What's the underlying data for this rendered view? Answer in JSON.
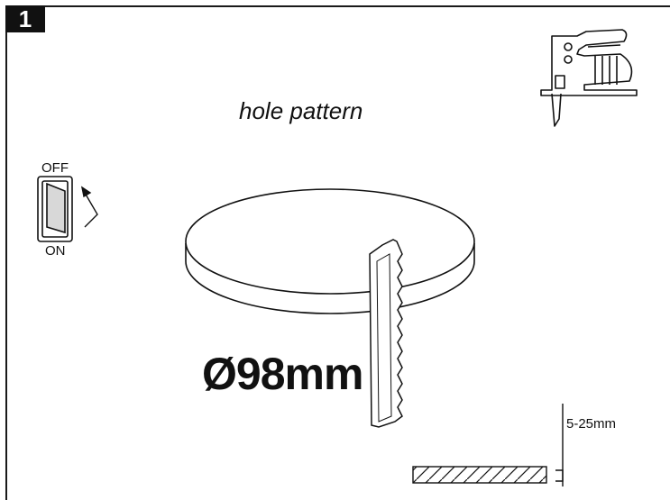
{
  "step": {
    "number": "1"
  },
  "title": "hole pattern",
  "switch": {
    "off_label": "OFF",
    "on_label": "ON"
  },
  "cut": {
    "diameter_label": "Ø98mm",
    "depth_label": "5-25mm"
  },
  "icons": [
    "jigsaw-icon",
    "rocker-switch-icon",
    "switch-arrow-icon",
    "saw-blade-icon",
    "disc-cutout-icon",
    "workpiece-icon"
  ],
  "colors": {
    "ink": "#111111",
    "paper": "#ffffff"
  }
}
